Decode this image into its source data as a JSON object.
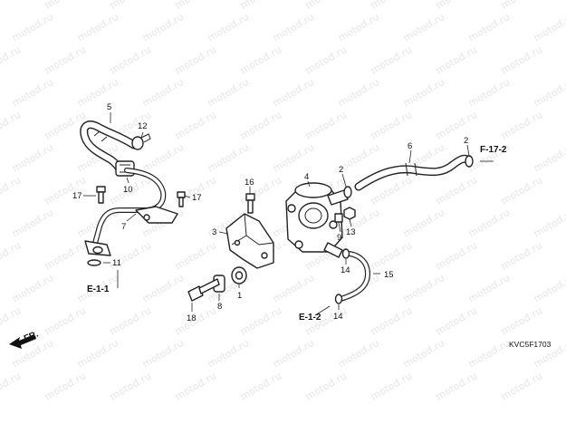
{
  "watermark": "motod.ru",
  "callouts": {
    "p1": "1",
    "p2a": "2",
    "p2b": "2",
    "p3": "3",
    "p4": "4",
    "p5": "5",
    "p6": "6",
    "p7": "7",
    "p8": "8",
    "p9": "9",
    "p10": "10",
    "p11": "11",
    "p12": "12",
    "p13": "13",
    "p14a": "14",
    "p14b": "14",
    "p15": "15",
    "p16": "16",
    "p17a": "17",
    "p17b": "17",
    "p18": "18"
  },
  "refs": {
    "e11": "E-1-1",
    "e12": "E-1-2",
    "f172": "F-17-2"
  },
  "direction_label": "FR.",
  "diagram_code": "KVC5F1703"
}
